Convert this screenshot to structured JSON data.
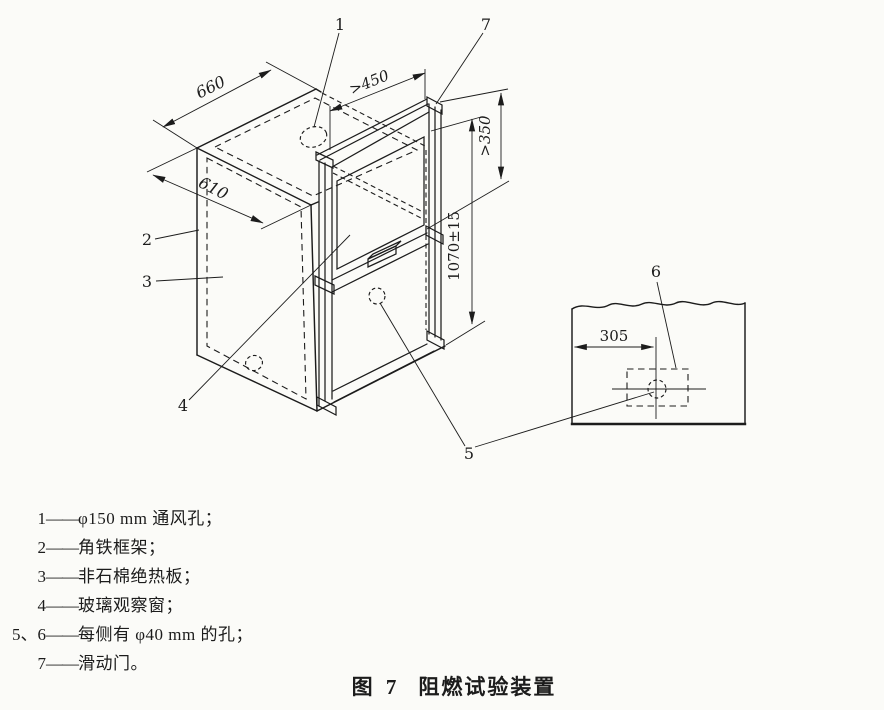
{
  "figure_caption": {
    "prefix": "图 7",
    "title": "阻燃试验装置"
  },
  "dims": {
    "top_depth": "660",
    "left_width": "610",
    "door_width": ">450",
    "door_opening_height": ">350",
    "total_height": "1070±15",
    "hole_offset": "305"
  },
  "labels": {
    "p1": "1",
    "p2": "2",
    "p3": "3",
    "p4": "4",
    "p5": "5",
    "p6": "6",
    "p7": "7"
  },
  "legend": {
    "items": [
      {
        "num": "1",
        "sep": "——",
        "text": "φ150 mm 通风孔；"
      },
      {
        "num": "2",
        "sep": "——",
        "text": "角铁框架；"
      },
      {
        "num": "3",
        "sep": "——",
        "text": "非石棉绝热板；"
      },
      {
        "num": "4",
        "sep": "——",
        "text": "玻璃观察窗；"
      },
      {
        "num": "5、6",
        "sep": "——",
        "text": "每侧有 φ40 mm 的孔；"
      },
      {
        "num": "7",
        "sep": "——",
        "text": "滑动门。"
      }
    ]
  },
  "colors": {
    "line": "#1c1c1c",
    "background": "#fbfbf8"
  }
}
